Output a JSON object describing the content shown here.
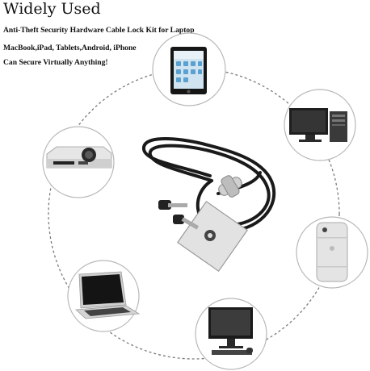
{
  "heading": "Widely Used",
  "lines": [
    "Anti-Theft Security Hardware Cable Lock Kit for Laptop",
    "MacBook,iPad, Tablets,Android, iPhone",
    "Can Secure Virtually Anything!"
  ],
  "colors": {
    "ring": "#7a7a7a",
    "circle_border": "#b8b8b8",
    "cable": "#1a1a1a"
  },
  "icons": [
    "tablet-icon",
    "desktop-computer-icon",
    "projector-icon",
    "smartphone-icon",
    "laptop-icon",
    "monitor-icon",
    "cable-lock-icon"
  ]
}
